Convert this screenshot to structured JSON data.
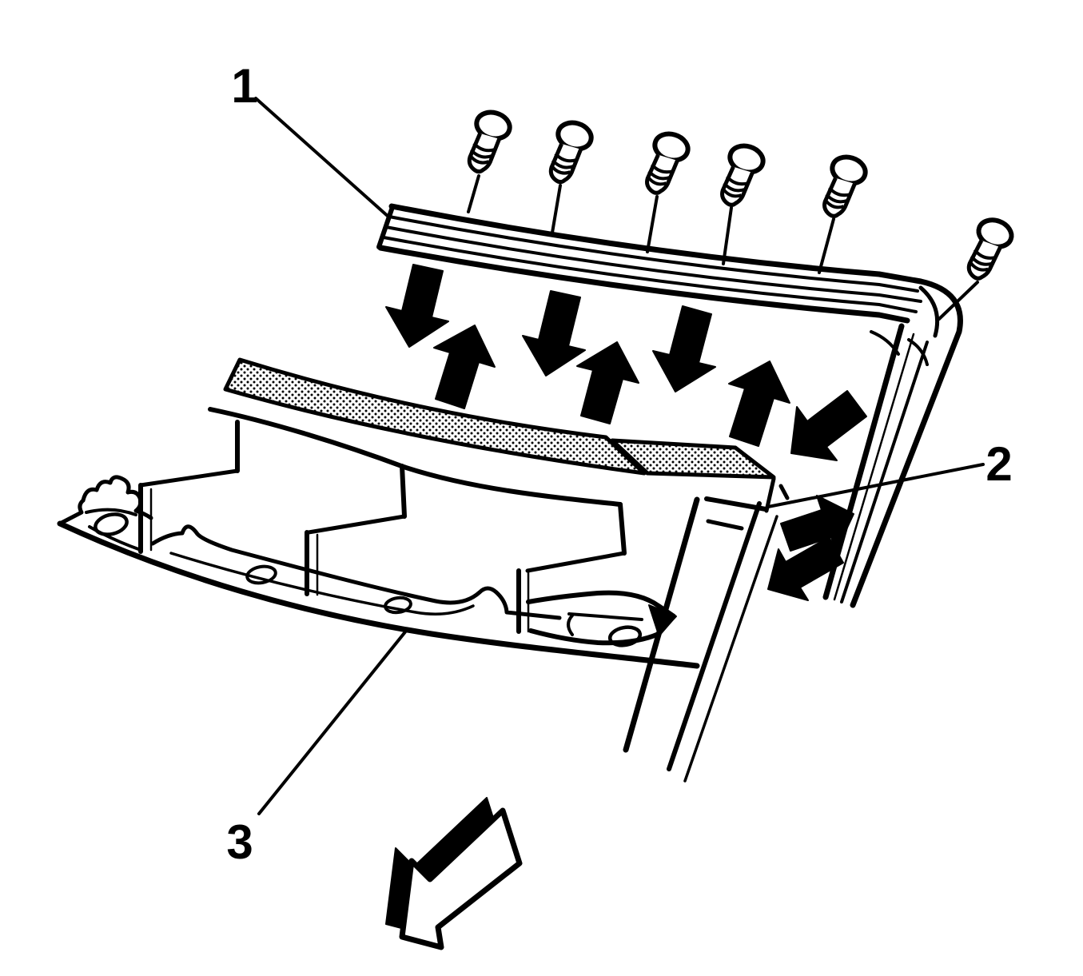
{
  "diagram": {
    "background_color": "#ffffff",
    "line_color": "#000000",
    "callouts": [
      {
        "label": "1"
      },
      {
        "label": "2"
      },
      {
        "label": "3"
      }
    ],
    "counts": {
      "screws": 6,
      "press_down_arrows": 3,
      "press_up_arrows": 3,
      "slide_double_arrows": 2,
      "corner_press_arrow": 1,
      "removal_direction_arrow": 1
    }
  }
}
